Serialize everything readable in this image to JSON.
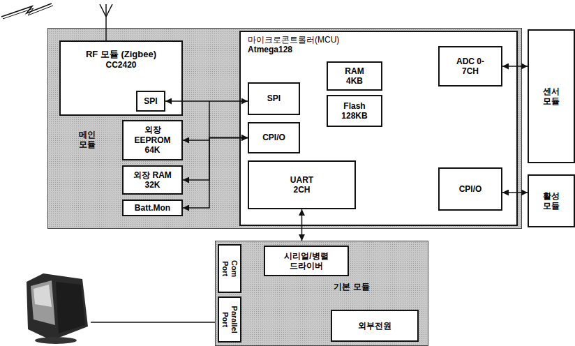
{
  "diagram": {
    "nodes": [
      {
        "text": [
          "메인 모듈"
        ]
      },
      {
        "text": [
          "RF 모듈 (Zigbee)",
          "CC2420"
        ],
        "in": 0
      },
      {
        "text": [
          "SPI"
        ],
        "in": 1
      },
      {
        "text": [
          "외장 EEPROM 64K"
        ],
        "in": 0
      },
      {
        "text": [
          "외장 RAM 32K"
        ],
        "in": 0
      },
      {
        "text": [
          "Batt.Mon"
        ],
        "in": 0
      },
      {
        "text": [
          "마이크로콘트롤러(MCU)",
          "Atmega128"
        ],
        "in": 0
      },
      {
        "text": [
          "SPI"
        ],
        "in": 6
      },
      {
        "text": [
          "RAM 4KB"
        ],
        "in": 6
      },
      {
        "text": [
          "Flash 128KB"
        ],
        "in": 6
      },
      {
        "text": [
          "ADC 0-7CH"
        ],
        "in": 6
      },
      {
        "text": [
          "CPI/O"
        ],
        "in": 6
      },
      {
        "text": [
          "UART 2CH"
        ],
        "in": 6
      },
      {
        "text": [
          "CPI/O"
        ],
        "in": 6
      },
      {
        "text": [
          "센서 모듈"
        ]
      },
      {
        "text": [
          "활성 모듈"
        ]
      },
      {
        "text": [
          "기본 모듈"
        ]
      },
      {
        "text": [
          "Com Port"
        ],
        "in": 16
      },
      {
        "text": [
          "시리얼/병렬 드라이버"
        ],
        "in": 16
      },
      {
        "text": [
          "Parallel Port"
        ],
        "in": 16
      },
      {
        "text": [
          "외부전원"
        ],
        "in": 16
      }
    ],
    "edges": [
      {
        "from": 2,
        "to": 7,
        "arrow": "both"
      },
      {
        "from": 11,
        "to": 3,
        "arrow": "both"
      },
      {
        "from": 11,
        "to": 4,
        "arrow": "both"
      },
      {
        "from": 11,
        "to": 5,
        "arrow": "both"
      },
      {
        "from": 10,
        "to": 14,
        "arrow": "both"
      },
      {
        "from": 13,
        "to": 15,
        "arrow": "both"
      },
      {
        "from": 12,
        "to": 16,
        "arrow": "both"
      }
    ]
  }
}
